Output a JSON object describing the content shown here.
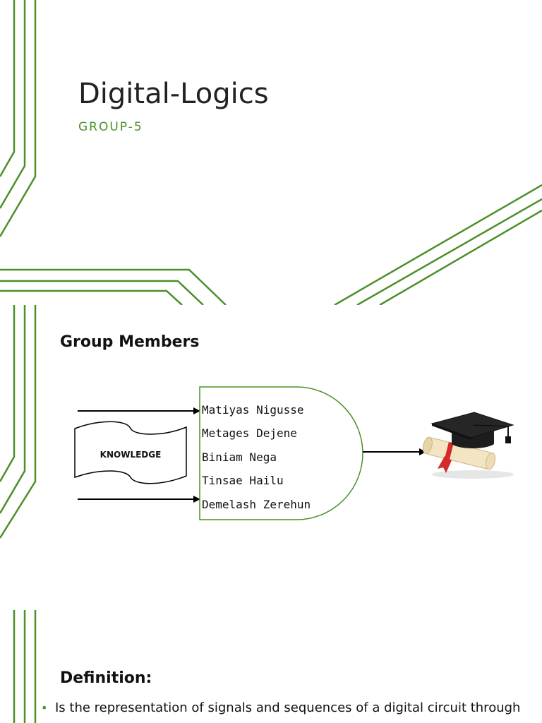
{
  "slides": {
    "title_slide": {
      "title": "Digital-Logics",
      "subtitle": "GROUP-5"
    },
    "members_slide": {
      "heading": "Group Members",
      "input_label": "KNOWLEDGE",
      "members": [
        "Matiyas Nigusse",
        "Metages Dejene",
        "Biniam Nega",
        "Tinsae Hailu",
        "Demelash Zerehun"
      ],
      "output_icon": "graduation-cap-diploma-icon"
    },
    "definition_slide": {
      "heading": "Definition:",
      "bullet": "Is the representation of signals and sequences of a digital circuit through"
    }
  },
  "colors": {
    "accent_green": "#4b8f2a",
    "text": "#111111",
    "background": "#ffffff"
  }
}
